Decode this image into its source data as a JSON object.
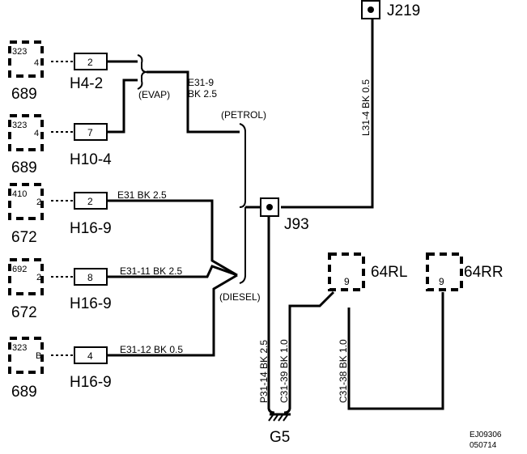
{
  "components": [
    {
      "code": "323",
      "pin": "4",
      "id": "689",
      "connector": "H4-2",
      "connector_pin": "2"
    },
    {
      "code": "323",
      "pin": "4",
      "id": "689",
      "connector": "H10-4",
      "connector_pin": "7"
    },
    {
      "code": "410",
      "pin": "2",
      "id": "672",
      "connector": "H16-9",
      "connector_pin": "2"
    },
    {
      "code": "692",
      "pin": "2",
      "id": "672",
      "connector": "H16-9",
      "connector_pin": "8"
    },
    {
      "code": "323",
      "pin": "B",
      "id": "689",
      "connector": "H16-9",
      "connector_pin": "4"
    }
  ],
  "labels": {
    "evap": "(EVAP)",
    "petrol": "(PETROL)",
    "diesel": "(DIESEL)"
  },
  "wires": {
    "e31_9": {
      "id": "E31-9",
      "spec": "BK   2.5"
    },
    "e31": "E31   BK   2.5",
    "e31_11": "E31-11   BK  2.5",
    "e31_12": "E31-12   BK   0.5",
    "l31_4": "L31-4   BK   0.5",
    "p31_14": "P31-14   BK   2.5",
    "c31_39": "C31-39   BK   1.0",
    "c31_38": "C31-38   BK   1.0"
  },
  "splices": {
    "j219": "J219",
    "j93": "J93"
  },
  "ground": {
    "id": "G5"
  },
  "right_components": [
    {
      "pin": "9",
      "id": "64RL"
    },
    {
      "pin": "9",
      "id": "64RR"
    }
  ],
  "footer": {
    "ref": "EJ09306",
    "date": "050714"
  }
}
